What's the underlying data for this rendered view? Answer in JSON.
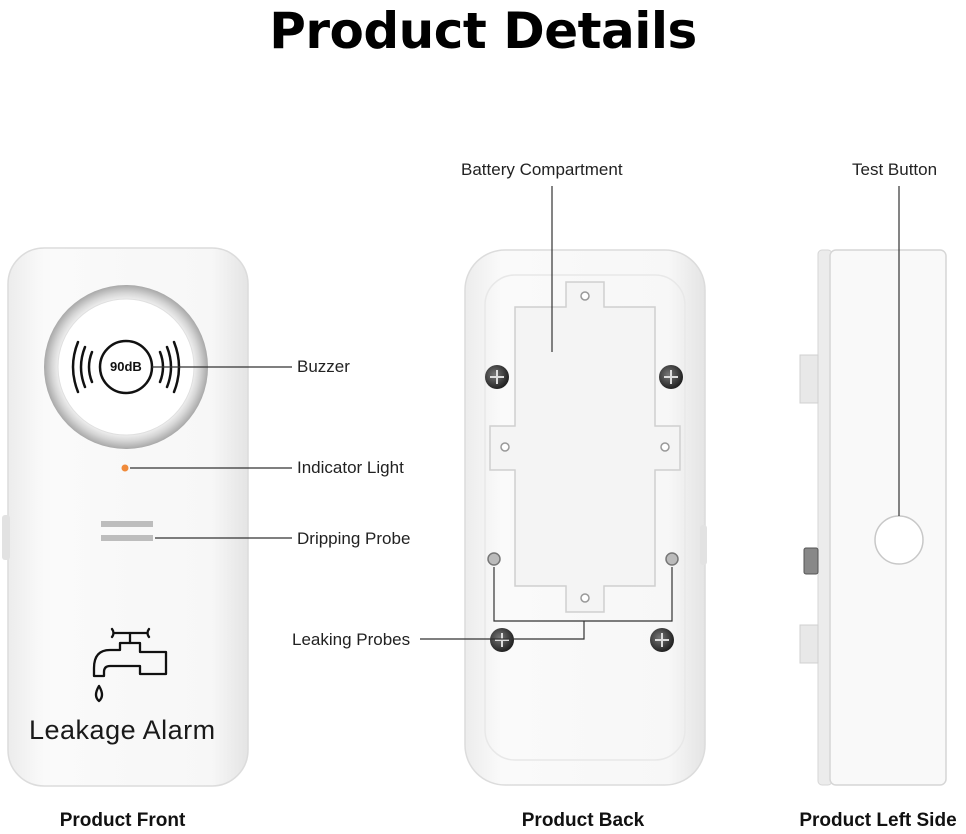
{
  "title": "Product Details",
  "labels": {
    "buzzer": "Buzzer",
    "indicator": "Indicator Light",
    "dripping": "Dripping Probe",
    "leaking": "Leaking Probes",
    "battery": "Battery Compartment",
    "test": "Test Button"
  },
  "device": {
    "name": "Leakage Alarm",
    "db": "90dB"
  },
  "captions": {
    "front": "Product Front",
    "back": "Product Back",
    "side": "Product Left Side"
  },
  "colors": {
    "indicator": "#f08a3a",
    "body": "#f6f6f6",
    "line": "#333333"
  }
}
